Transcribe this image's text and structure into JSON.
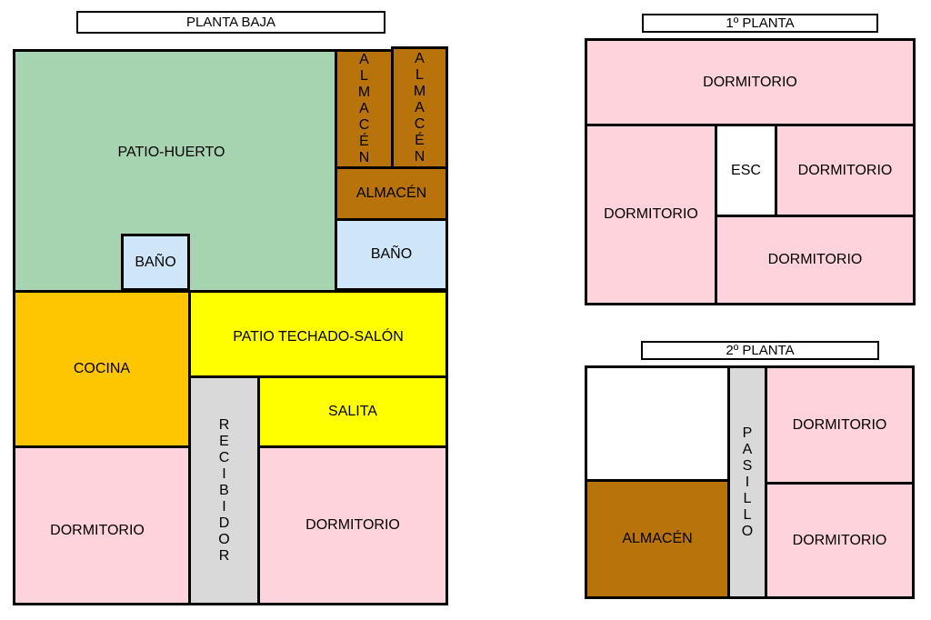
{
  "titles": {
    "ground": "PLANTA BAJA",
    "first": "1º PLANTA",
    "second": "2º PLANTA"
  },
  "colors": {
    "garden": "#a6d4b0",
    "storage": "#b8730a",
    "bathroom": "#cfe6f8",
    "kitchen": "#fec600",
    "living": "#ffff00",
    "hall": "#d9d9d9",
    "bedroom": "#ffd3dc",
    "empty": "#ffffff",
    "outline": "#000000"
  },
  "ground_floor": {
    "patio_huerto": "PATIO-HUERTO",
    "almacen_v1": "ALMACÉN",
    "almacen_v2": "ALMACÉN",
    "almacen": "ALMACÉN",
    "bano_small": "BAÑO",
    "bano": "BAÑO",
    "cocina": "COCINA",
    "patio_techado": "PATIO TECHADO-SALÓN",
    "salita": "SALITA",
    "recibidor": "RECIBIDOR",
    "dormitorio_left": "DORMITORIO",
    "dormitorio_right": "DORMITORIO"
  },
  "first_floor": {
    "dormitorio_top": "DORMITORIO",
    "dormitorio_left": "DORMITORIO",
    "esc": "ESC",
    "dormitorio_mid_right": "DORMITORIO",
    "dormitorio_bottom_right": "DORMITORIO"
  },
  "second_floor": {
    "almacen": "ALMACÉN",
    "pasillo": "PASILLO",
    "dormitorio_top": "DORMITORIO",
    "dormitorio_bottom": "DORMITORIO"
  }
}
